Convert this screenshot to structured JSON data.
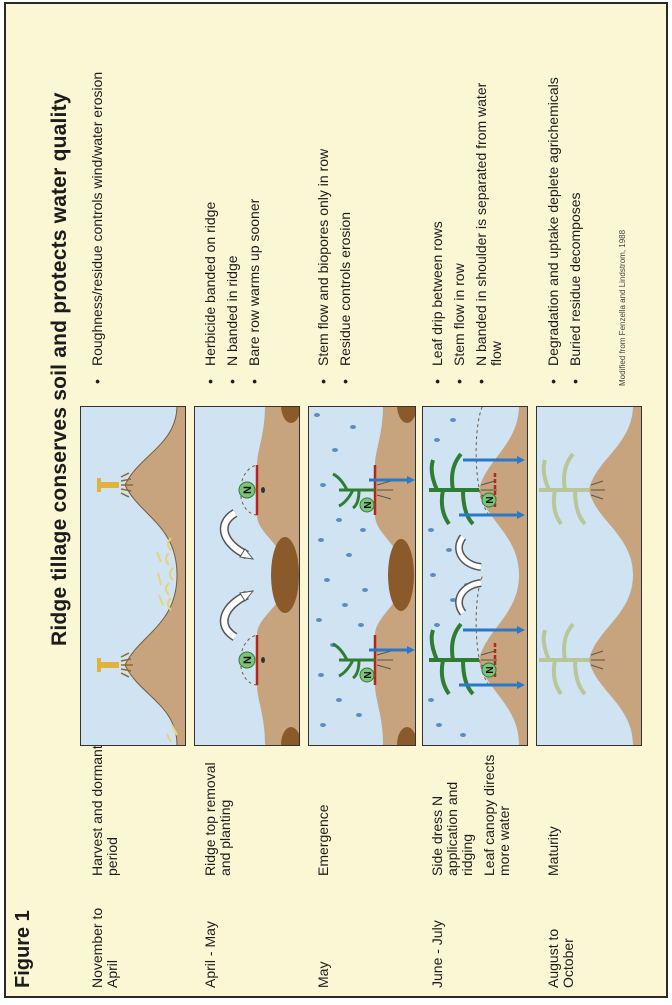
{
  "figure_label": "Figure 1",
  "title": "Ridge tillage conserves soil and protects water quality",
  "rows": [
    {
      "period": "November to April",
      "stage": "Harvest and dormant period",
      "notes": [
        "Roughness/residue controls wind/water erosion"
      ]
    },
    {
      "period": "April - May",
      "stage": "Ridge top removal and planting",
      "notes": [
        "Herbicide banded on ridge",
        "N banded in ridge",
        "Bare row warms up sooner"
      ]
    },
    {
      "period": "May",
      "stage": "Emergence",
      "notes": [
        "Stem flow and biopores only in row",
        "Residue controls erosion"
      ]
    },
    {
      "period": "June - July",
      "stage": "Side dress N application and ridging",
      "stage_extra": "Leaf canopy directs more water",
      "notes": [
        "Leaf drip between rows",
        "Stem flow in row",
        "N banded in shoulder is separated from water flow"
      ]
    },
    {
      "period": "August to October",
      "stage": "Maturity",
      "notes": [
        "Degradation and uptake deplete agrichemicals",
        "Buried residue decomposes"
      ]
    }
  ],
  "n_label": "N",
  "credit": "Modified from Fenzella and Lindstrom, 1988",
  "colors": {
    "background": "#fbf6d4",
    "sky": "#cfe3f2",
    "soil": "#c8a47e",
    "residue": "#8a5a2b",
    "plant": "#2f7d32",
    "arrow_blue": "#2a78c8",
    "rain": "#5b8fc0",
    "band_red": "#b3261e"
  }
}
